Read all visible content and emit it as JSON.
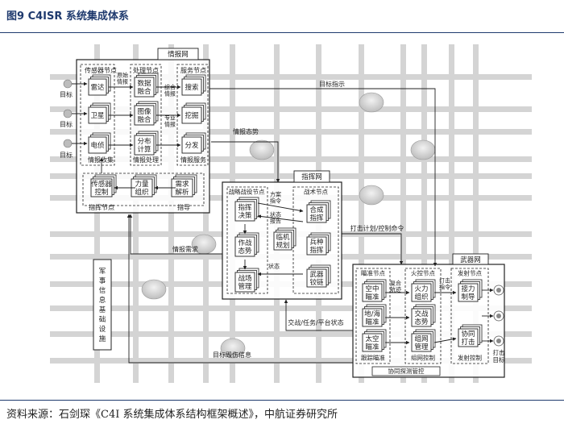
{
  "figure": {
    "title": "图9 C4ISR 系统集成体系",
    "source": "资料来源：石剑琛《C4I 系统集成体系结构框架概述》，中航证券研究所"
  },
  "colors": {
    "accent": "#1f3a6e",
    "grid": "#d0d0d0",
    "bus": "#dcdcdc",
    "line": "#222222"
  },
  "intel": {
    "net": "情报网",
    "sensor_node": "传感器节点",
    "process_node": "处理节点",
    "service_node": "服务节点",
    "sensors": [
      "雷达",
      "卫星",
      "电侦"
    ],
    "process": [
      "数据\n融合",
      "图像\n融合",
      "分布\n计算"
    ],
    "services": [
      "搜索",
      "挖掘",
      "分发"
    ],
    "collect": "情报收集",
    "processing": "情报处理",
    "serve": "情报服务",
    "raw": "原始\n情报",
    "comprehensive": "综合\n情报",
    "specialized": "专业\n情报",
    "command_node": "指挥节点",
    "guide": "指导",
    "cmd_items": [
      "传感器\n控制",
      "力量\n组织",
      "需求\n解析"
    ],
    "targets": [
      "目标",
      "目标",
      "目标"
    ]
  },
  "command": {
    "net": "指挥网",
    "strategic_node": "战略战役节点",
    "tactical_node": "战术节点",
    "strategic": [
      "指挥\n决策",
      "作战\n态势",
      "战场\n管理"
    ],
    "tactical": [
      "合成\n指挥",
      "兵种\n指挥",
      "武器\n铰链"
    ],
    "plan": "临机\n规划",
    "dir1": "方案\n指令",
    "dir2": "状态\n报告",
    "state": "状态"
  },
  "weapons": {
    "net": "武器网",
    "aim_node": "瞄准节点",
    "control_node": "火控节点",
    "launch_node": "发射节点",
    "aim": [
      "空中\n瞄准",
      "地/海\n瞄准",
      "太空\n瞄准"
    ],
    "control": [
      "火力\n组织",
      "交战\n态势",
      "组网\n管理"
    ],
    "launch": [
      "接力\n制导",
      "协同\n打击"
    ],
    "track": "跟踪瞄准",
    "network_ctrl": "组网控制",
    "launch_ctrl": "发射控制",
    "cooperative": "协同探测管控",
    "composite": "复合\n航迹",
    "strike_cmd": "打击\n指令",
    "strike_target": "打击\n目标"
  },
  "infra": {
    "label": "军\n事\n信\n息\n基\n础\n设\n施"
  },
  "flows": {
    "target_indicator": "目标指示",
    "intel_situation": "情报态势",
    "intel_demand": "情报需求",
    "strike_plan": "打击计划/控制命令",
    "engagement": "交战/任务/平台状态",
    "damage_info": "目标毁伤信息"
  }
}
